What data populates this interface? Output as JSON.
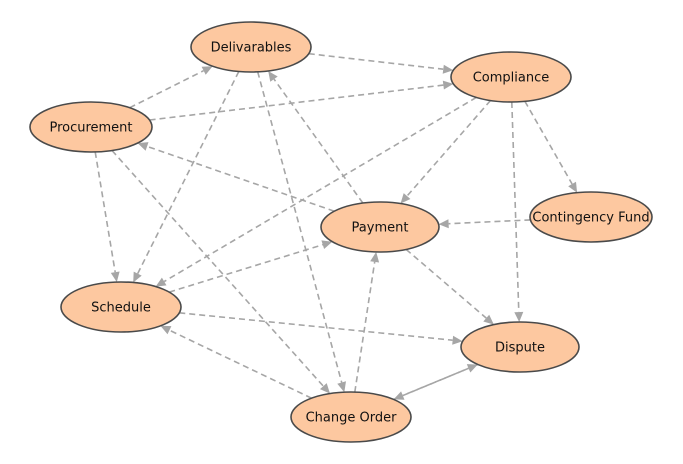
{
  "diagram": {
    "type": "directed-graph",
    "colors": {
      "node_fill": "#fdc8a0",
      "node_stroke": "#4a4a4a",
      "edge": "#a6a6a6",
      "background": "#ffffff"
    },
    "nodes": [
      {
        "id": "deliverables",
        "label": "Delivarables"
      },
      {
        "id": "compliance",
        "label": "Compliance"
      },
      {
        "id": "procurement",
        "label": "Procurement"
      },
      {
        "id": "contingency",
        "label": "Contingency Fund"
      },
      {
        "id": "payment",
        "label": "Payment"
      },
      {
        "id": "schedule",
        "label": "Schedule"
      },
      {
        "id": "dispute",
        "label": "Dispute"
      },
      {
        "id": "change_order",
        "label": "Change Order"
      }
    ],
    "edges": [
      {
        "from": "procurement",
        "to": "deliverables"
      },
      {
        "from": "procurement",
        "to": "compliance"
      },
      {
        "from": "procurement",
        "to": "schedule"
      },
      {
        "from": "procurement",
        "to": "change_order"
      },
      {
        "from": "deliverables",
        "to": "compliance"
      },
      {
        "from": "deliverables",
        "to": "schedule"
      },
      {
        "from": "deliverables",
        "to": "change_order"
      },
      {
        "from": "compliance",
        "to": "payment"
      },
      {
        "from": "compliance",
        "to": "contingency"
      },
      {
        "from": "compliance",
        "to": "schedule"
      },
      {
        "from": "compliance",
        "to": "dispute"
      },
      {
        "from": "contingency",
        "to": "payment"
      },
      {
        "from": "payment",
        "to": "procurement"
      },
      {
        "from": "payment",
        "to": "deliverables"
      },
      {
        "from": "payment",
        "to": "dispute"
      },
      {
        "from": "schedule",
        "to": "payment"
      },
      {
        "from": "schedule",
        "to": "dispute"
      },
      {
        "from": "change_order",
        "to": "schedule"
      },
      {
        "from": "change_order",
        "to": "payment"
      },
      {
        "from": "change_order",
        "to": "dispute"
      },
      {
        "from": "dispute",
        "to": "change_order"
      }
    ]
  }
}
